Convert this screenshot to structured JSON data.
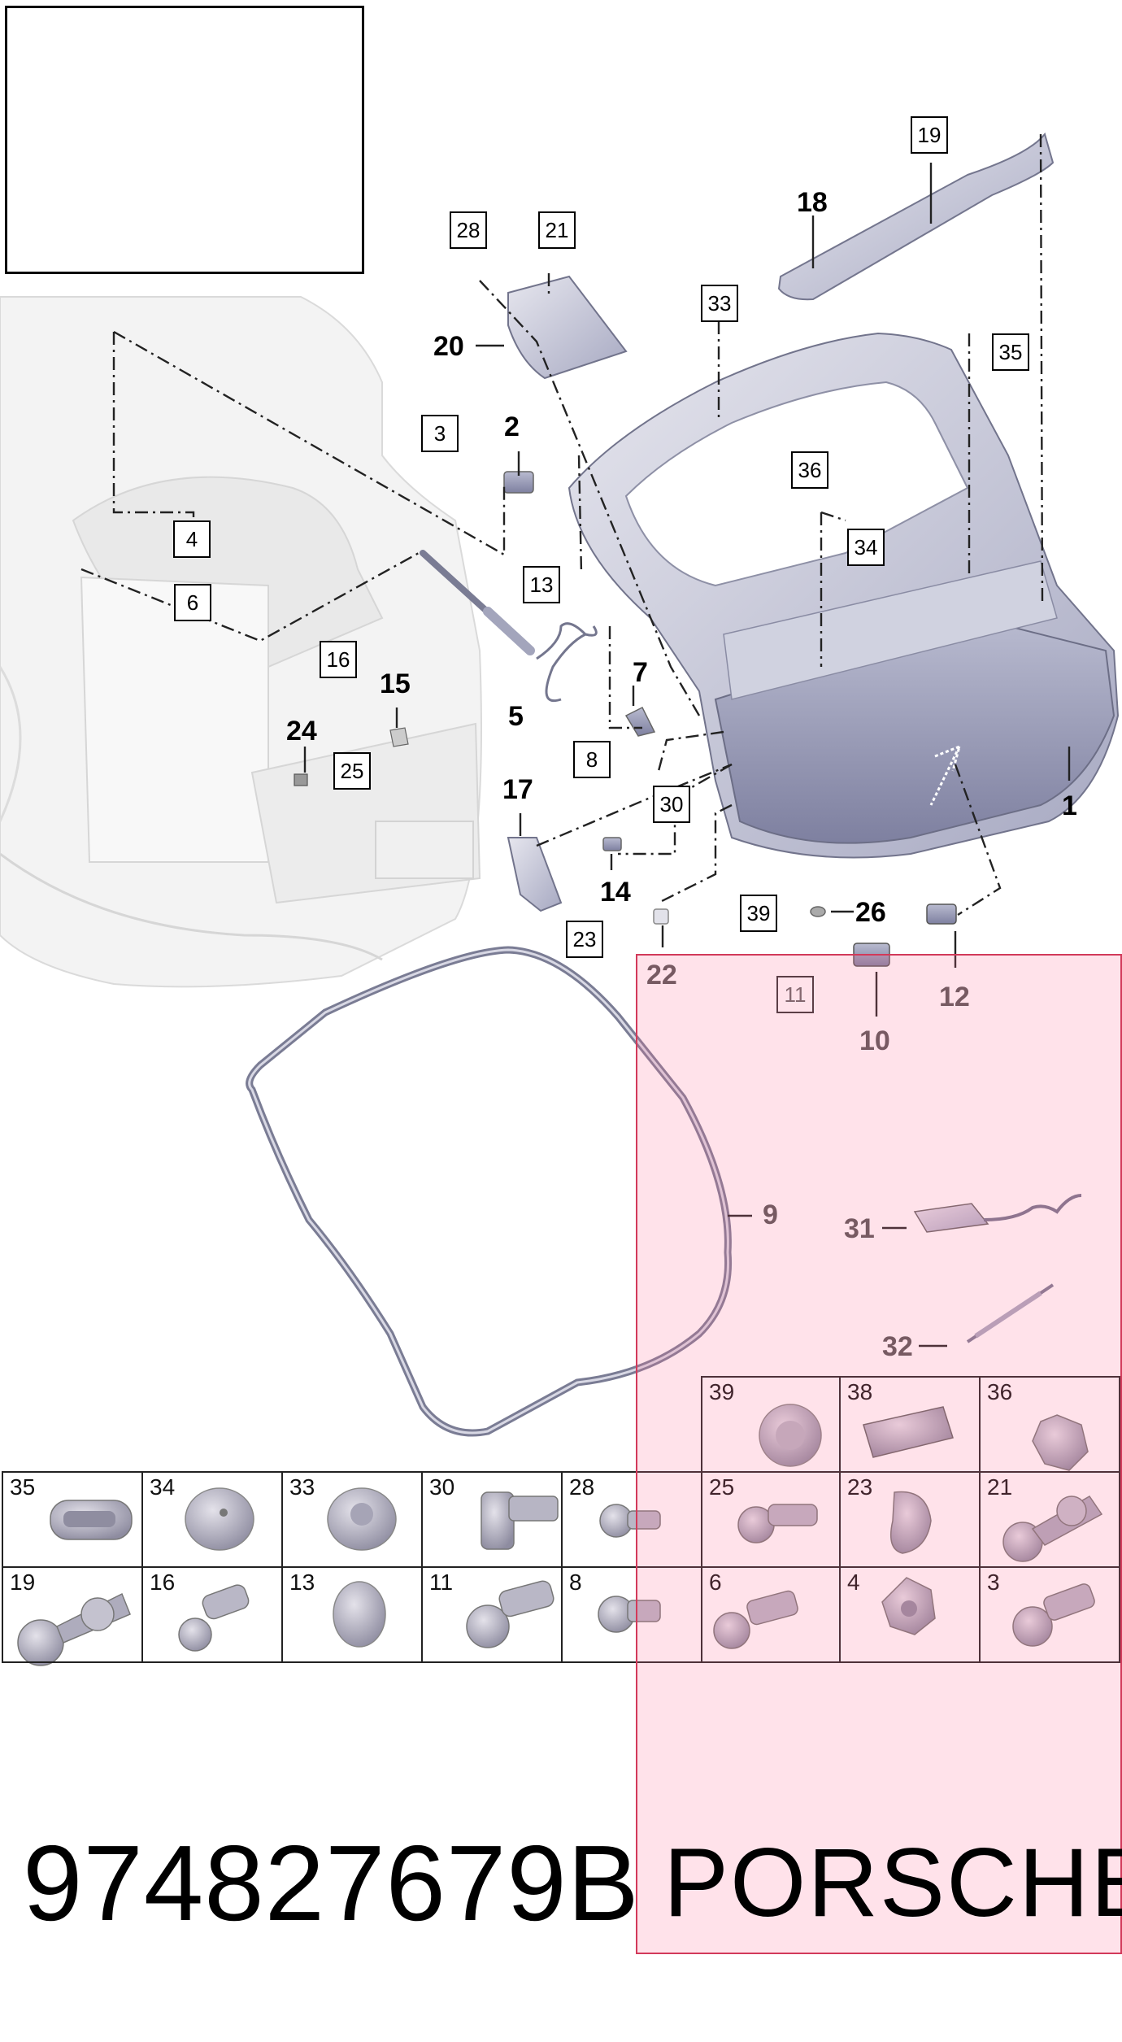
{
  "diagram": {
    "colors": {
      "part_fill": "#c8c8d6",
      "part_fill_dark": "#9496b0",
      "part_stroke": "#6c6e86",
      "ghost_fill": "#eeeeee",
      "ghost_stroke": "#cfcfcf",
      "line": "#222222",
      "highlight_fill": "#ffdde6",
      "highlight_border": "#d23a5a"
    },
    "callouts_boxed": [
      "19",
      "28",
      "21",
      "33",
      "35",
      "3",
      "36",
      "4",
      "34",
      "13",
      "6",
      "16",
      "25",
      "8",
      "30",
      "23",
      "39",
      "11"
    ],
    "callouts_plain": [
      "18",
      "20",
      "2",
      "1",
      "15",
      "24",
      "7",
      "5",
      "17",
      "14",
      "26",
      "22",
      "12",
      "10",
      "9",
      "31",
      "32"
    ],
    "hardware_top_row": [
      "39",
      "38",
      "36"
    ],
    "hardware_row1": [
      "35",
      "34",
      "33",
      "30",
      "28",
      "25",
      "23",
      "21"
    ],
    "hardware_row2": [
      "19",
      "16",
      "13",
      "11",
      "8",
      "6",
      "4",
      "3"
    ],
    "part_number": "974827679B",
    "brand": "PORSCHE"
  }
}
